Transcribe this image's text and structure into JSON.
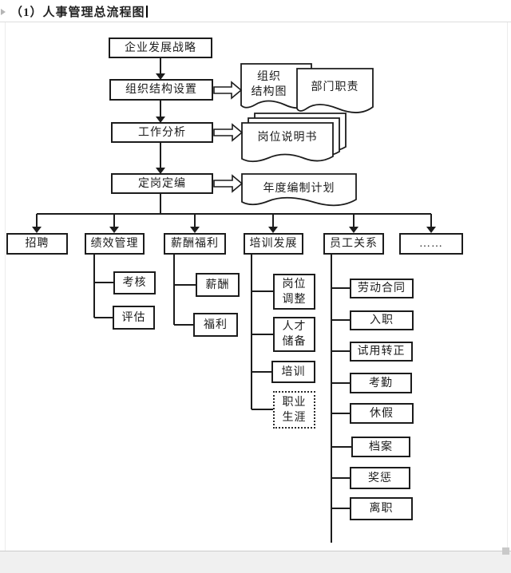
{
  "page": {
    "title": "（1）人事管理总流程图"
  },
  "colors": {
    "line": "#1c1c1c",
    "box_background": "#ffffff",
    "text": "#1c1c1c",
    "page_frame": "#ececec",
    "footer_strip": "#f0f0f0"
  },
  "flow": {
    "main": [
      {
        "label": "企业发展战略"
      },
      {
        "label": "组织结构设置"
      },
      {
        "label": "工作分析"
      },
      {
        "label": "定岗定编"
      }
    ],
    "documents": [
      {
        "label": "组织\n结构图"
      },
      {
        "label": "部门职责"
      },
      {
        "label": "岗位说明书"
      },
      {
        "label": "年度编制计划"
      }
    ],
    "branches": [
      {
        "label": "招聘",
        "children": []
      },
      {
        "label": "绩效管理",
        "children": [
          {
            "label": "考核"
          },
          {
            "label": "评估"
          }
        ]
      },
      {
        "label": "薪酬福利",
        "children": [
          {
            "label": "薪酬"
          },
          {
            "label": "福利"
          }
        ]
      },
      {
        "label": "培训发展",
        "children": [
          {
            "label": "岗位\n调整"
          },
          {
            "label": "人才\n储备"
          },
          {
            "label": "培训"
          },
          {
            "label": "职业\n生涯"
          }
        ]
      },
      {
        "label": "员工关系",
        "children": [
          {
            "label": "劳动合同"
          },
          {
            "label": "入职"
          },
          {
            "label": "试用转正"
          },
          {
            "label": "考勤"
          },
          {
            "label": "休假"
          },
          {
            "label": "档案"
          },
          {
            "label": "奖惩"
          },
          {
            "label": "离职"
          }
        ]
      },
      {
        "label": "……",
        "children": []
      }
    ]
  }
}
